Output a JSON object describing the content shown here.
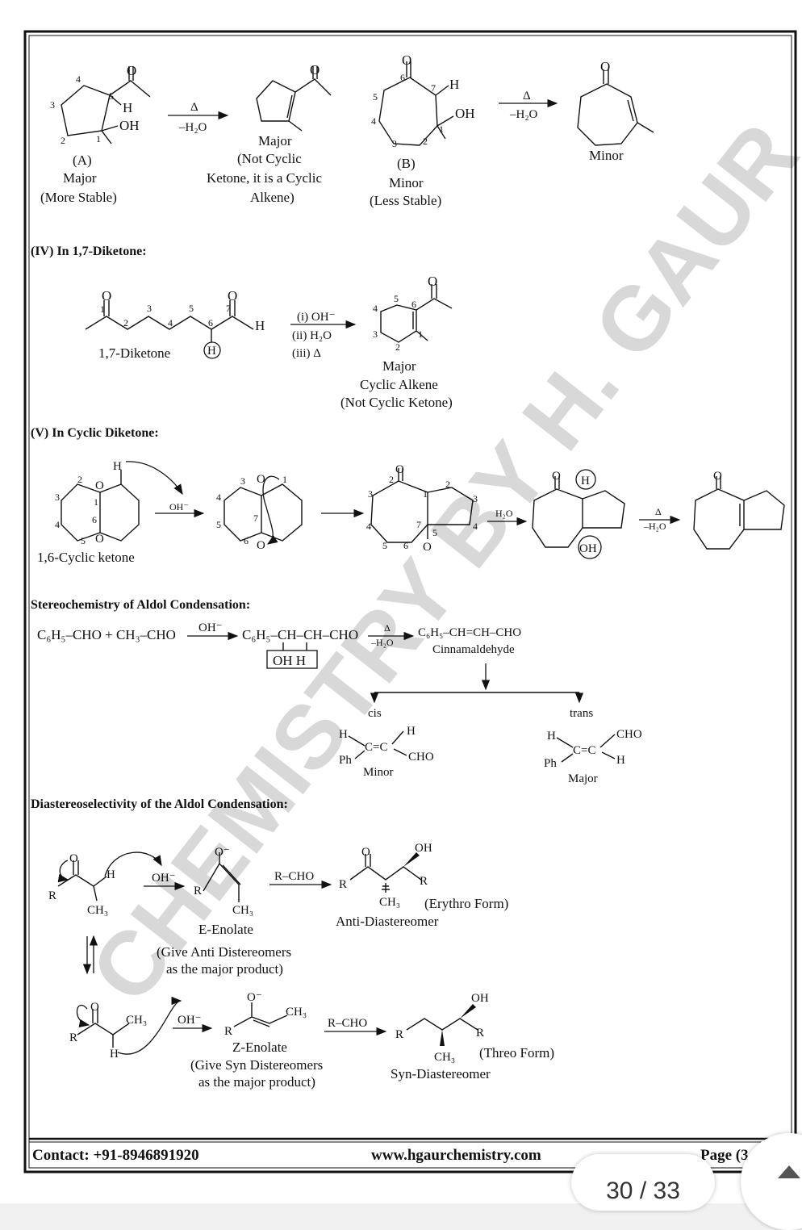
{
  "watermark": "CHEMISTRY BY H. GAUR",
  "section1": {
    "compound_a_label": "(A)",
    "compound_a_major": "Major",
    "compound_a_stable": "(More Stable)",
    "product1_major": "Major",
    "product1_note_1": "(Not Cyclic",
    "product1_note_2": "Ketone, it is a Cyclic",
    "product1_note_3": "Alkene)",
    "compound_b_label": "(B)",
    "compound_b_minor": "Minor",
    "compound_b_stable": "(Less Stable)",
    "product2_minor": "Minor",
    "delta": "Δ",
    "minus_water": "–H₂O",
    "h": "H",
    "oh": "OH",
    "o": "O"
  },
  "section_iv": {
    "heading": "(IV) In 1,7-Diketone:",
    "reactant_label": "1,7-Diketone",
    "cond1": "(i) OH⁻",
    "cond2": "(ii) H₂O",
    "cond3": "(iii) Δ",
    "product_major": "Major",
    "product_name": "Cyclic Alkene",
    "product_note": "(Not Cyclic Ketone)"
  },
  "section_v": {
    "heading": "(V) In Cyclic Diketone:",
    "reactant_label": "1,6-Cyclic ketone",
    "base": "OH⁻",
    "water": "H₂O",
    "delta": "Δ",
    "minus_water": "–H₂O"
  },
  "stereo": {
    "heading": "Stereochemistry of Aldol Condensation:",
    "reactants": "C₆H₅–CHO + CH₃–CHO",
    "base": "OH⁻",
    "intermediate": "C₆H₅–CH–CH–CHO",
    "boxed": "OH  H",
    "delta": "Δ",
    "minus_water": "–H₂O",
    "product": "C₆H₅–CH=CH–CHO",
    "product_name": "Cinnamaldehyde",
    "cis": "cis",
    "trans": "trans",
    "cis_minor": "Minor",
    "trans_major": "Major",
    "ph": "Ph",
    "cho": "CHO",
    "cc": "C=C",
    "h": "H"
  },
  "diastereo": {
    "heading": "Diastereoselectivity of the Aldol Condensation:",
    "base": "OH⁻",
    "rcho": "R–CHO",
    "e_enolate": "E-Enolate",
    "e_note_1": "(Give Anti Distereomers",
    "e_note_2": "as the major product)",
    "erythro": "(Erythro Form)",
    "anti": "Anti-Diastereomer",
    "z_enolate": "Z-Enolate",
    "z_note_1": "(Give Syn Distereomers",
    "z_note_2": "as the major product)",
    "threo": "(Threo Form)",
    "syn": "Syn-Diastereomer",
    "ch3": "CH₃",
    "r": "R",
    "oh": "OH",
    "o": "O",
    "o_minus": "O⁻",
    "h": "H"
  },
  "footer": {
    "contact": "Contact: +91-8946891920",
    "website": "www.hgaurchemistry.com",
    "page": "Page (3"
  },
  "pager": {
    "current": "30",
    "separator": "/",
    "total": "33"
  },
  "fab_icon": "chevron-up-icon"
}
